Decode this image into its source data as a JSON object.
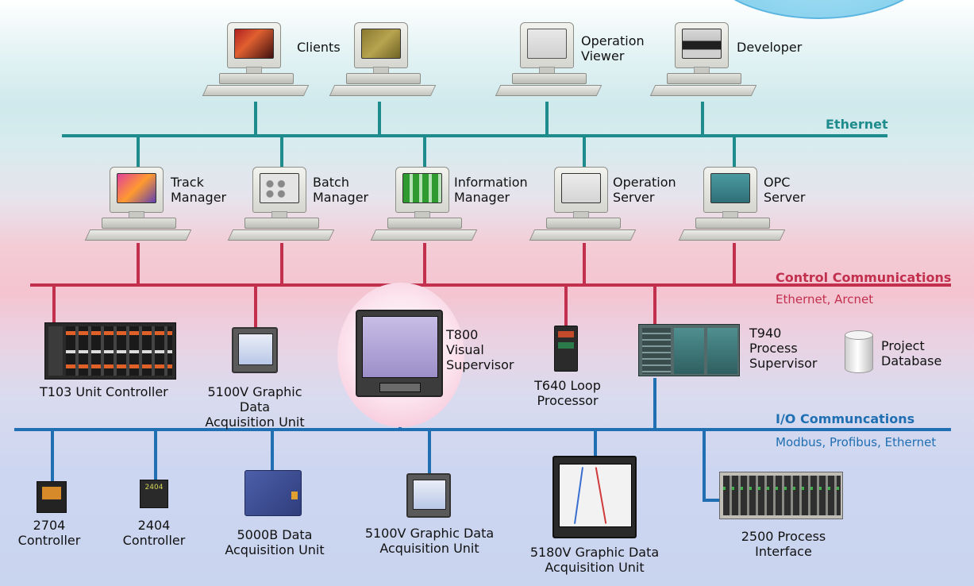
{
  "networks": {
    "ethernet": {
      "title": "Ethernet",
      "color": "#1e8c8c"
    },
    "control": {
      "title": "Control Communications",
      "subtitle": "Ethernet, Arcnet",
      "color": "#c2304e"
    },
    "io": {
      "title": "I/O Communcations",
      "subtitle": "Modbus, Profibus, Ethernet",
      "color": "#1f6fb2"
    }
  },
  "nodes": {
    "clients": "Clients",
    "operation_viewer": "Operation\nViewer",
    "developer": "Developer",
    "track_manager": "Track\nManager",
    "batch_manager": "Batch\nManager",
    "information_manager": "Information\nManager",
    "operation_server": "Operation\nServer",
    "opc_server": "OPC\nServer",
    "t103": "T103 Unit Controller",
    "v5100_top": "5100V Graphic Data\nAcquisition Unit",
    "t800": "T800\nVisual\nSupervisor",
    "t640": "T640 Loop\nProcessor",
    "t940": "T940\nProcess\nSupervisor",
    "project_db": "Project\nDatabase",
    "c2704": "2704\nController",
    "c2404": "2404\nController",
    "u5000b": "5000B Data\nAcquisition Unit",
    "v5100_bottom": "5100V Graphic Data\nAcquisition Unit",
    "v5180": "5180V Graphic Data\nAcquisition Unit",
    "p2500": "2500 Process\nInterface"
  },
  "device_text": {
    "c2404_display": "2404"
  }
}
